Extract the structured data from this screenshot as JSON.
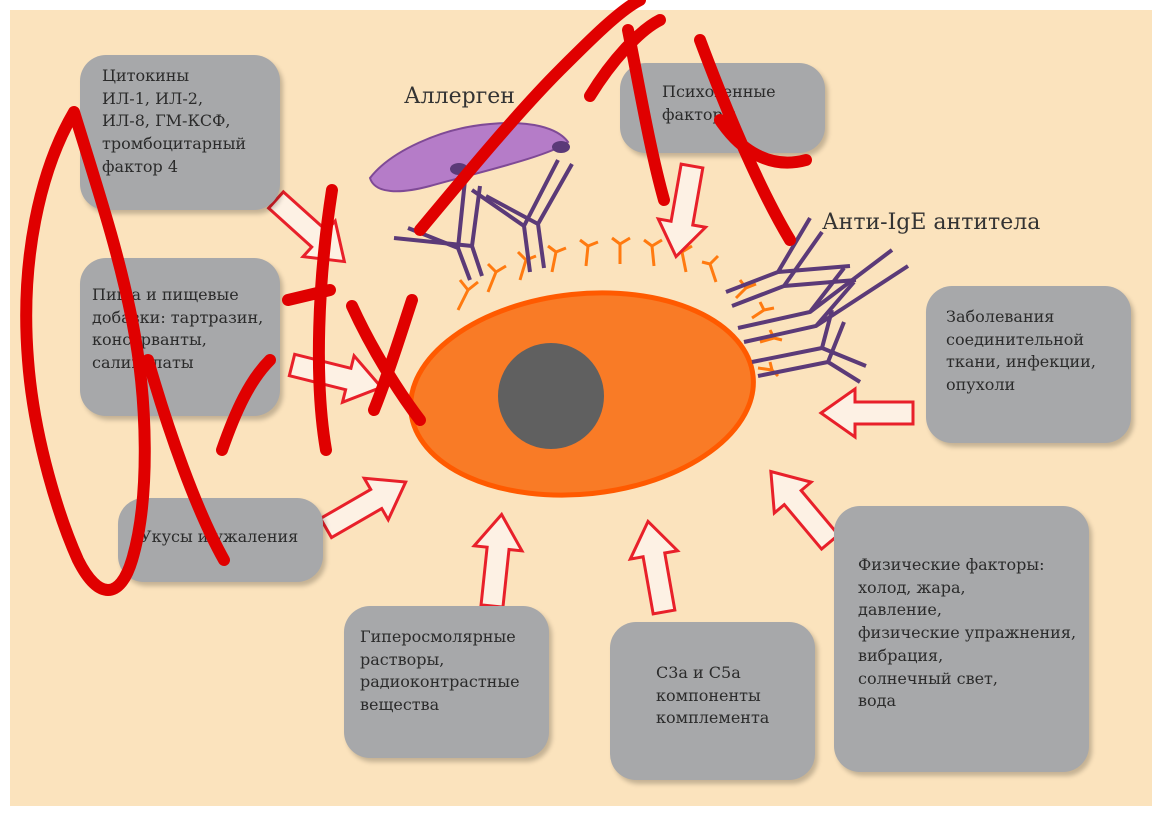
{
  "labels": {
    "allergen": "Аллерген",
    "anti_ige": "Анти-IgE антитела"
  },
  "boxes": {
    "cytokines": "Цитокины\nИЛ-1, ИЛ-2,\nИЛ-8, ГМ-КСФ,\nтромбоцитарный\nфактор 4",
    "psychogenic": "Психогенные\nфакторы",
    "food": "Пища и пищевые\nдобавки: тартразин,\nконсерванты,\nсалицилаты",
    "connective": "Заболевания\nсоединительной\nткани, инфекции,\nопухоли",
    "bites": "Укусы и ужаления",
    "physical": "Физические факторы:\nхолод, жара,\nдавление,\nфизические упражнения,\nвибрация,\nсолнечный свет,\nвода",
    "hyperosmolar": "Гиперосмолярные\nрастворы,\nрадиоконтрастные\nвещества",
    "complement": "С3а и С5а\nкомпоненты\nкомплемента"
  },
  "colors": {
    "background": "#fbe3bd",
    "box": "#a7a8aa",
    "cell": "#f97b26",
    "cell_outline": "#ff5a00",
    "nucleus": "#606060",
    "antibody": "#5b3a78",
    "allergen": "#b57cc8",
    "arrow_stroke": "#e8202a",
    "arrow_fill": "#fdf1e4",
    "watermark": "#e00000"
  }
}
